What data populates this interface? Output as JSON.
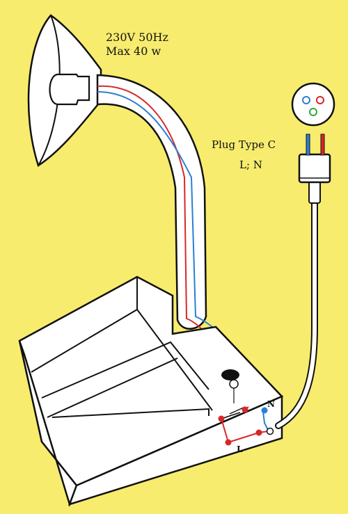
{
  "labels": {
    "lamp_voltage": "230V 50Hz",
    "lamp_power": "Max  40 w",
    "plug_type": "Plug Type C",
    "plug_pins": "L; N",
    "neutral": "N",
    "live": "L"
  },
  "colors": {
    "background": "#f7ec6e",
    "outline": "#111111",
    "fill": "#ffffff",
    "live_wire": "#d62828",
    "neutral_wire": "#2a7fd4",
    "socket_green": "#2eaa3c"
  }
}
